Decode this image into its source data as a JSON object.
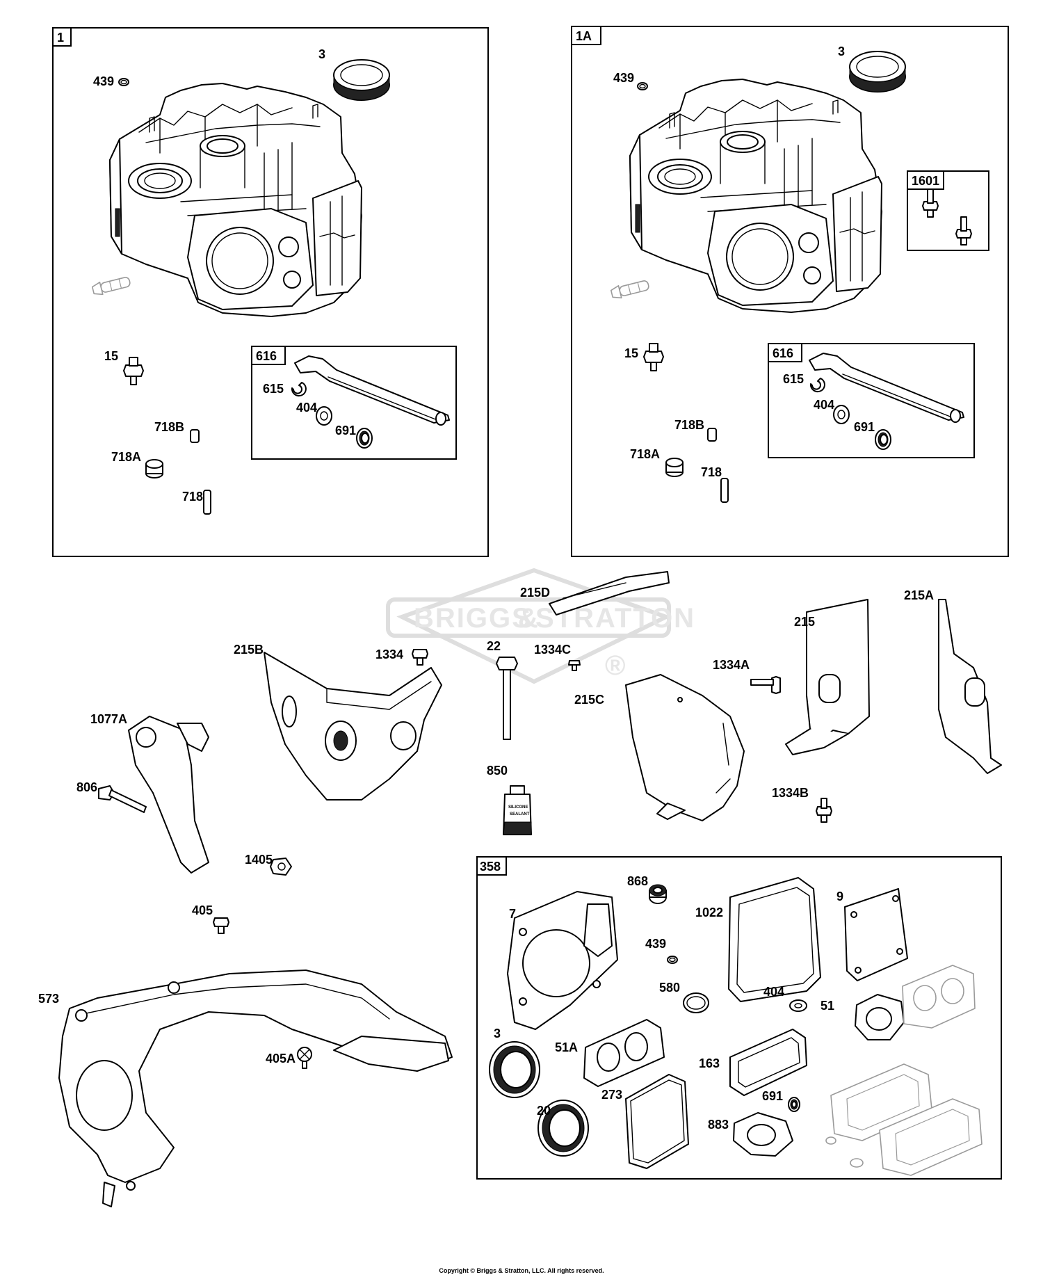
{
  "boxes": {
    "block_1": {
      "label": "1"
    },
    "block_1a": {
      "label": "1A"
    },
    "camshaft_1": {
      "label": "616"
    },
    "camshaft_1a": {
      "label": "616"
    },
    "bolts_1601": {
      "label": "1601"
    },
    "gasket_kit": {
      "label": "358"
    }
  },
  "callouts": {
    "b1_439": "439",
    "b1_3": "3",
    "b1_15": "15",
    "b1_615": "615",
    "b1_404": "404",
    "b1_691": "691",
    "b1_718b": "718B",
    "b1_718a": "718A",
    "b1_718": "718",
    "b2_439": "439",
    "b2_3": "3",
    "b2_15": "15",
    "b2_615": "615",
    "b2_404": "404",
    "b2_691": "691",
    "b2_718b": "718B",
    "b2_718a": "718A",
    "b2_718": "718",
    "m_215d": "215D",
    "m_215b": "215B",
    "m_1334": "1334",
    "m_22": "22",
    "m_1334c": "1334C",
    "m_215c": "215C",
    "m_1334a": "1334A",
    "m_215": "215",
    "m_215a": "215A",
    "m_1077a": "1077A",
    "m_806": "806",
    "m_850": "850",
    "m_1334b": "1334B",
    "m_1405": "1405",
    "m_405": "405",
    "m_573": "573",
    "m_405a": "405A",
    "g_7": "7",
    "g_868": "868",
    "g_1022": "1022",
    "g_9": "9",
    "g_439": "439",
    "g_580": "580",
    "g_404": "404",
    "g_51": "51",
    "g_51a": "51A",
    "g_3": "3",
    "g_20": "20",
    "g_273": "273",
    "g_163": "163",
    "g_691": "691",
    "g_883": "883"
  },
  "tube_text": {
    "line1": "SILICONE",
    "line2": "SEALANT"
  },
  "watermark": {
    "part1": "BRIGGS",
    "amp": "&",
    "part2": "STRATTON",
    "reg": "®"
  },
  "copyright": "Copyright © Briggs & Stratton, LLC. All rights reserved."
}
